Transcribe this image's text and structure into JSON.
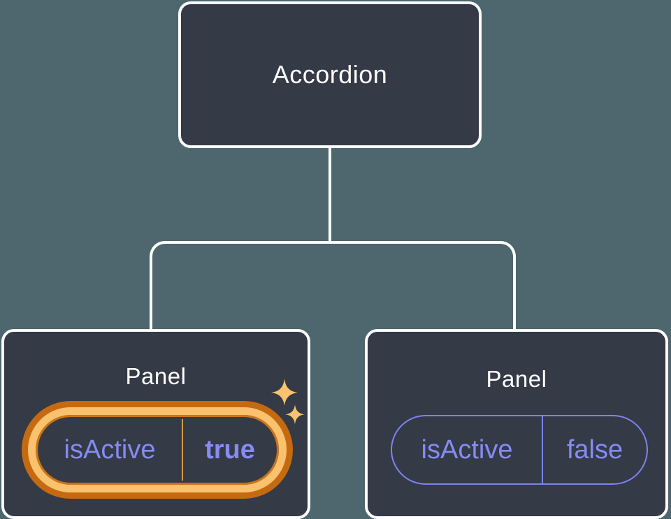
{
  "diagram": {
    "title": "component-tree-state-diagram",
    "root": {
      "label": "Accordion"
    },
    "children": [
      {
        "label": "Panel",
        "state": {
          "key": "isActive",
          "value": "true"
        },
        "highlighted": true,
        "sparkles": true
      },
      {
        "label": "Panel",
        "state": {
          "key": "isActive",
          "value": "false"
        },
        "highlighted": false,
        "sparkles": false
      }
    ]
  },
  "colors": {
    "background": "#4E666E",
    "card_fill": "#353A47",
    "card_border": "#FFFFFF",
    "state_purple": "#858CF2",
    "pill_border_purple": "#7D84EE",
    "highlight_ring_dark": "#C56A10",
    "highlight_ring_light": "#FAC16E",
    "highlight_stroke": "#C97617",
    "highlight_divider": "#DB9A45",
    "sparkle_gold": "#FAC16E"
  }
}
